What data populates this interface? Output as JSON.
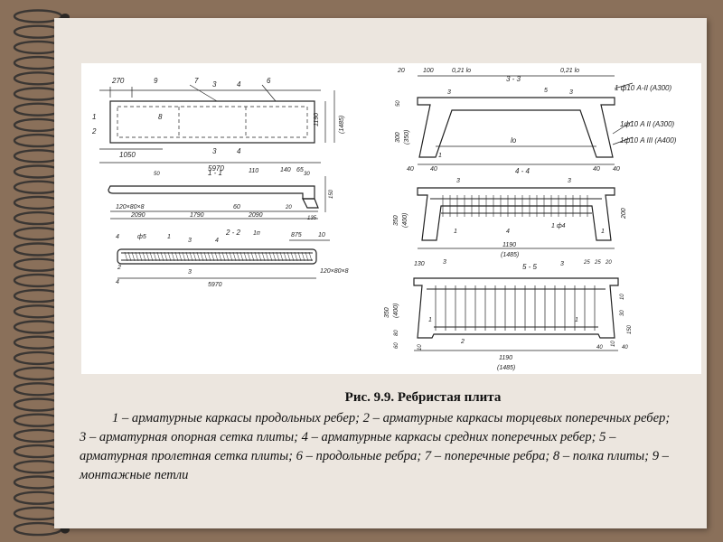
{
  "caption": {
    "title": "Рис. 9.9. Ребристая плита",
    "body": "1 – арматурные каркасы продольных ребер; 2 – арматурные каркасы торцевых поперечных ребер; 3 – арматурная опорная сетка плиты; 4 – арматурные каркасы средних поперечных ребер; 5 – арматурная пролетная сетка плиты; 6 – продольные ребра; 7 – поперечные ребра; 8 – полка плиты; 9 – монтажные петли"
  },
  "drawing": {
    "plan": {
      "dims": [
        "270",
        "1050",
        "5970",
        "1190",
        "(1485)"
      ],
      "callouts": [
        "9",
        "7",
        "3",
        "4",
        "6",
        "8",
        "1",
        "2",
        "3",
        "4"
      ]
    },
    "section_1_1": {
      "title": "1 - 1",
      "dims": [
        "50",
        "120×80×8",
        "2090",
        "1790",
        "2090",
        "110",
        "60",
        "140",
        "65",
        "20",
        "30",
        "135",
        "150"
      ]
    },
    "section_2_2": {
      "title": "2 - 2",
      "dims": [
        "5970",
        "875",
        "10",
        "120×80×8"
      ],
      "callouts": [
        "4",
        "ф5",
        "1",
        "3",
        "4",
        "1п",
        "3",
        "4",
        "2"
      ]
    },
    "section_3_3": {
      "title": "3 - 3",
      "dims": [
        "20",
        "100",
        "0,21 lo",
        "0,21 lo",
        "lo",
        "50",
        "300",
        "(350)",
        "40",
        "40",
        "40",
        "40"
      ],
      "callouts": [
        "3",
        "5",
        "3",
        "1"
      ],
      "rebar": [
        "1 ф10 A-II (А300)",
        "1ф10 A II (А300)",
        "1ф10 A III (А400)"
      ]
    },
    "section_4_4": {
      "title": "4 - 4",
      "dims": [
        "350",
        "(400)",
        "200",
        "1190",
        "(1485)"
      ],
      "callouts": [
        "3",
        "3",
        "1",
        "4",
        "1 ф4",
        "1"
      ]
    },
    "section_5_5": {
      "title": "5 - 5",
      "dims": [
        "130",
        "25",
        "25",
        "20",
        "350",
        "(400)",
        "80",
        "60",
        "10",
        "1190",
        "(1485)",
        "10",
        "30",
        "150",
        "40",
        "10",
        "40"
      ],
      "callouts": [
        "3",
        "3",
        "1",
        "2",
        "1"
      ]
    }
  }
}
